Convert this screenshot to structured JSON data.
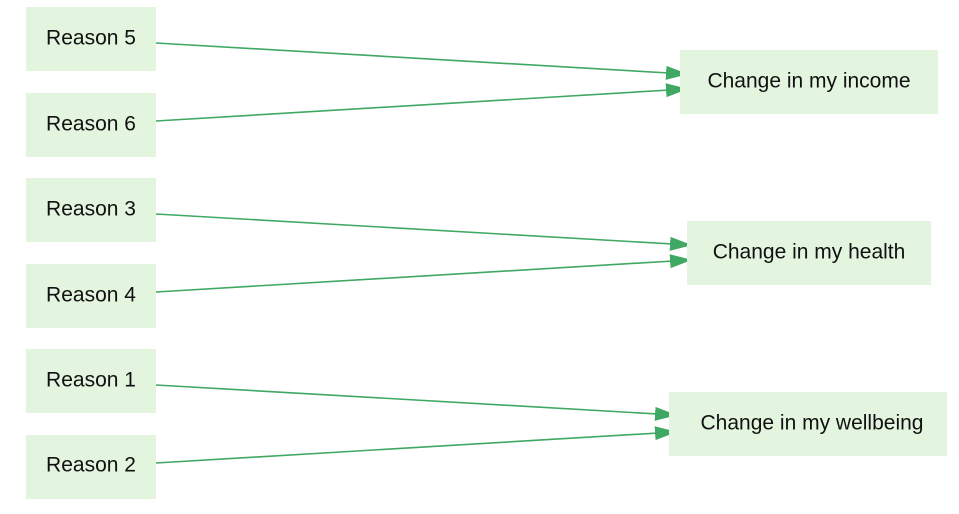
{
  "diagram": {
    "colors": {
      "node_fill": "#e3f5de",
      "edge": "#3fa862",
      "text": "#111111"
    },
    "sources": [
      {
        "id": "r5",
        "label": "Reason 5"
      },
      {
        "id": "r6",
        "label": "Reason 6"
      },
      {
        "id": "r3",
        "label": "Reason 3"
      },
      {
        "id": "r4",
        "label": "Reason 4"
      },
      {
        "id": "r1",
        "label": "Reason 1"
      },
      {
        "id": "r2",
        "label": "Reason 2"
      }
    ],
    "targets": [
      {
        "id": "income",
        "label": "Change in my income"
      },
      {
        "id": "health",
        "label": "Change in my health"
      },
      {
        "id": "wellbeing",
        "label": "Change in my wellbeing"
      }
    ],
    "edges": [
      {
        "from": "r5",
        "to": "income"
      },
      {
        "from": "r6",
        "to": "income"
      },
      {
        "from": "r3",
        "to": "health"
      },
      {
        "from": "r4",
        "to": "health"
      },
      {
        "from": "r1",
        "to": "wellbeing"
      },
      {
        "from": "r2",
        "to": "wellbeing"
      }
    ]
  }
}
